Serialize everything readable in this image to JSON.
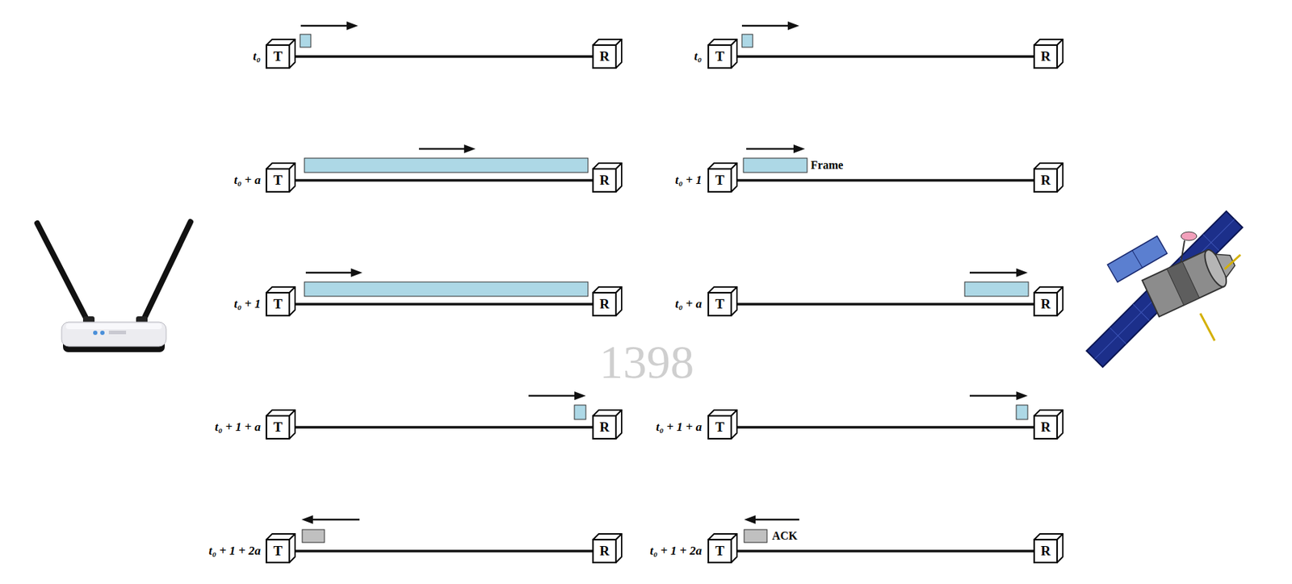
{
  "diagram": {
    "nodes": [
      {
        "text": [
          "T"
        ]
      },
      {
        "text": [
          "R"
        ]
      },
      {
        "text": [
          "T"
        ]
      },
      {
        "text": [
          "R"
        ]
      },
      {
        "text": [
          "T"
        ]
      },
      {
        "text": [
          "R"
        ]
      },
      {
        "text": [
          "T"
        ]
      },
      {
        "text": [
          "R"
        ]
      },
      {
        "text": [
          "T"
        ]
      },
      {
        "text": [
          "R"
        ]
      },
      {
        "text": [
          "T"
        ]
      },
      {
        "text": [
          "R"
        ]
      },
      {
        "text": [
          "T"
        ]
      },
      {
        "text": [
          "R"
        ]
      },
      {
        "text": [
          "T"
        ]
      },
      {
        "text": [
          "R"
        ]
      },
      {
        "text": [
          "T"
        ]
      },
      {
        "text": [
          "R"
        ]
      },
      {
        "text": [
          "T"
        ]
      },
      {
        "text": [
          "R"
        ]
      }
    ],
    "edges": [
      {
        "from": 0,
        "to": 1,
        "arrow": "none"
      },
      {
        "from": 2,
        "to": 3,
        "arrow": "none"
      },
      {
        "from": 4,
        "to": 5,
        "arrow": "none"
      },
      {
        "from": 6,
        "to": 7,
        "arrow": "none"
      },
      {
        "from": 8,
        "to": 9,
        "arrow": "none"
      },
      {
        "from": 10,
        "to": 11,
        "arrow": "none"
      },
      {
        "from": 12,
        "to": 13,
        "arrow": "none"
      },
      {
        "from": 14,
        "to": 15,
        "arrow": "none"
      },
      {
        "from": 16,
        "to": 17,
        "arrow": "none"
      },
      {
        "from": 18,
        "to": 19,
        "arrow": "none"
      }
    ],
    "labels": [
      "t₀",
      "t₀",
      "t₀ + a",
      "t₀ + 1",
      "Frame",
      "t₀ + 1",
      "t₀ + a",
      "1398",
      "t₀ + 1 + a",
      "t₀ + 1 + a",
      "t₀ + 1 + 2a",
      "t₀ + 1 + 2a",
      "ACK"
    ]
  }
}
